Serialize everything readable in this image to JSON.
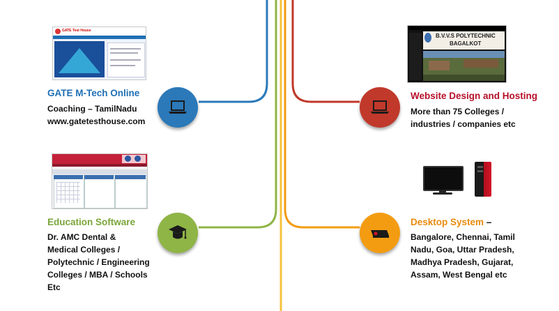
{
  "colors": {
    "blue": "#2b79b9",
    "red": "#c0392b",
    "green": "#8fb546",
    "orange": "#f39c12",
    "yellow": "#f7c23b",
    "title_blue": "#1f6fb5",
    "title_red": "#b7102a",
    "title_green": "#7aa53a",
    "title_orange": "#e88b10"
  },
  "items": {
    "gate": {
      "title": "GATE M-Tech Online",
      "body": "Coaching – TamilNadu\nwww.gatetesthouse.com",
      "icon": "laptop-icon",
      "thumb_logo": "GATE Test House"
    },
    "website": {
      "title": "Website Design and Hosting",
      "body": "More than 75 Colleges /\nindustries / companies etc",
      "icon": "laptop-icon",
      "thumb_title_1": "B.V.V.S POLYTECHNIC",
      "thumb_title_2": "BAGALKOT"
    },
    "education": {
      "title": "Education Software",
      "body": "Dr. AMC Dental &\nMedical Colleges /\nPolytechnic / Engineering\nColleges / MBA / Schools\nEtc",
      "icon": "graduation-cap-icon"
    },
    "desktop": {
      "title": "Desktop System",
      "title_suffix": " –",
      "body": "Bangalore, Chennai, Tamil\nNadu, Goa, Uttar Pradesh,\nMadhya Pradesh, Gujarat,\nAssam, West Bengal etc",
      "icon": "projector-icon"
    }
  }
}
